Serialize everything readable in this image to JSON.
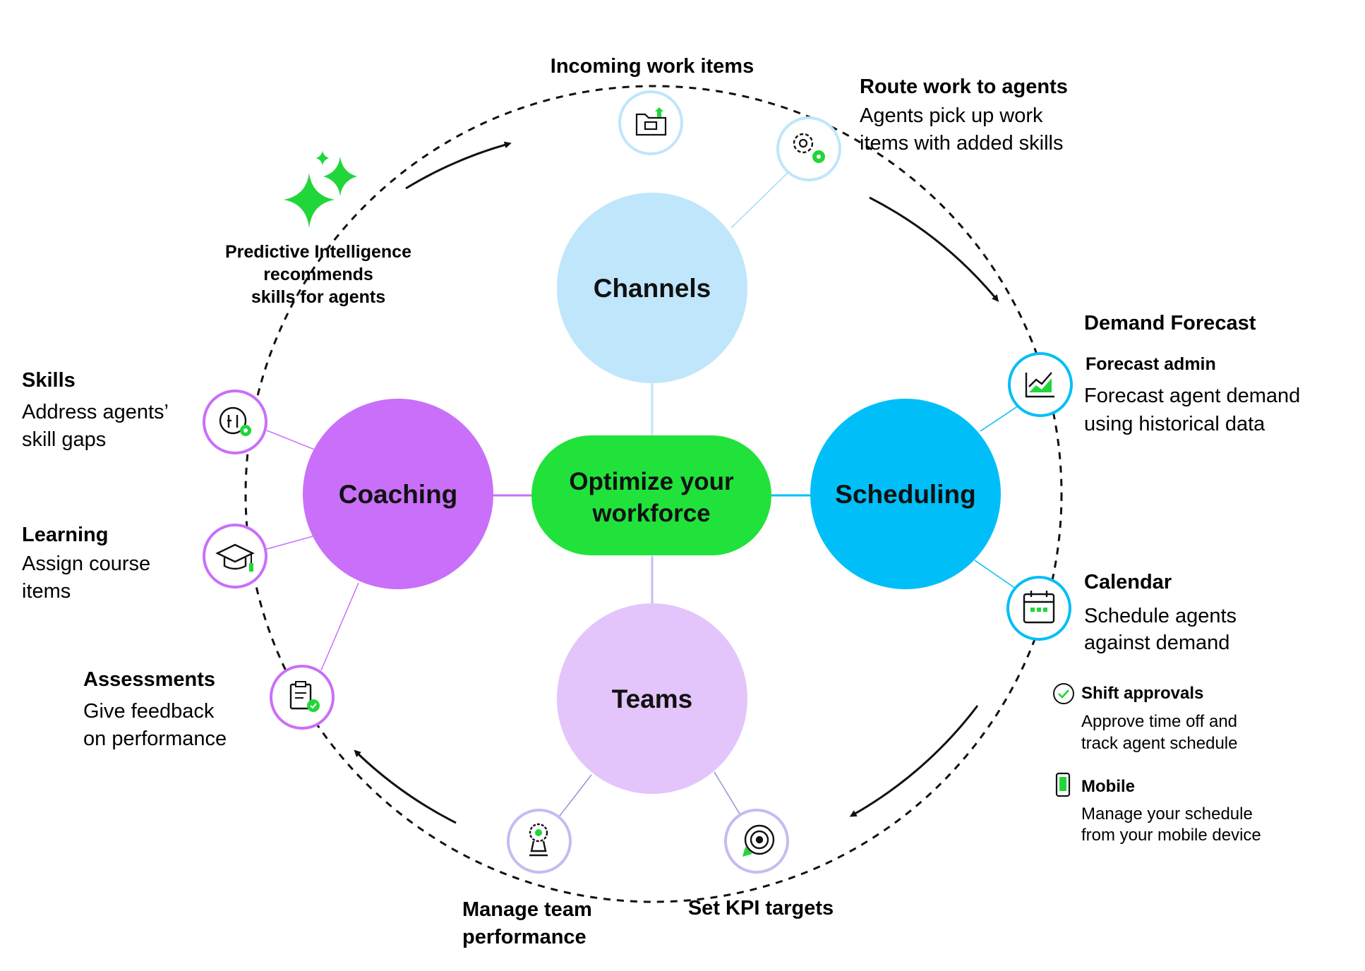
{
  "center": {
    "line1": "Optimize your",
    "line2": "workforce"
  },
  "hubs": {
    "channels": "Channels",
    "scheduling": "Scheduling",
    "teams": "Teams",
    "coaching": "Coaching"
  },
  "items": {
    "incoming": {
      "title": "Incoming work items"
    },
    "route": {
      "title": "Route work to agents",
      "line1": "Agents pick up work",
      "line2": "items with added skills"
    },
    "demand_forecast": {
      "heading": "Demand Forecast",
      "title": "Forecast admin",
      "line1": "Forecast agent demand",
      "line2": "using historical data"
    },
    "calendar": {
      "title": "Calendar",
      "line1": "Schedule agents",
      "line2": "against demand"
    },
    "shift_approvals": {
      "title": "Shift approvals",
      "line1": "Approve time off and",
      "line2": "track agent schedule"
    },
    "mobile": {
      "title": "Mobile",
      "line1": "Manage your schedule",
      "line2": "from your mobile device"
    },
    "kpi": {
      "title": "Set KPI targets"
    },
    "team_performance": {
      "line1": "Manage team",
      "line2": "performance"
    },
    "assessments": {
      "title": "Assessments",
      "line1": "Give feedback",
      "line2": "on performance"
    },
    "learning": {
      "title": "Learning",
      "line1": "Assign course",
      "line2": "items"
    },
    "skills": {
      "title": "Skills",
      "line1": "Address agents’",
      "line2": "skill gaps"
    },
    "predictive": {
      "line1": "Predictive Intelligence",
      "line2": "recommends",
      "line3": "skills for agents"
    }
  },
  "colors": {
    "center": "#21e23a",
    "channels": "#bfe6fb",
    "scheduling": "#00bff8",
    "teams": "#e3c5fb",
    "coaching": "#c96ff9",
    "accent_green": "#21d63a",
    "text": "#111111"
  },
  "icons": {
    "incoming": "folder-upload-icon",
    "route": "gear-cog-icon",
    "demand_forecast": "trend-chart-icon",
    "calendar": "calendar-icon",
    "shift_approvals": "check-circle-icon",
    "mobile": "mobile-phone-icon",
    "kpi": "target-icon",
    "team_performance": "award-icon",
    "assessments": "clipboard-check-icon",
    "learning": "graduation-cap-icon",
    "skills": "wrench-gear-icon",
    "predictive": "sparkle-icon"
  }
}
